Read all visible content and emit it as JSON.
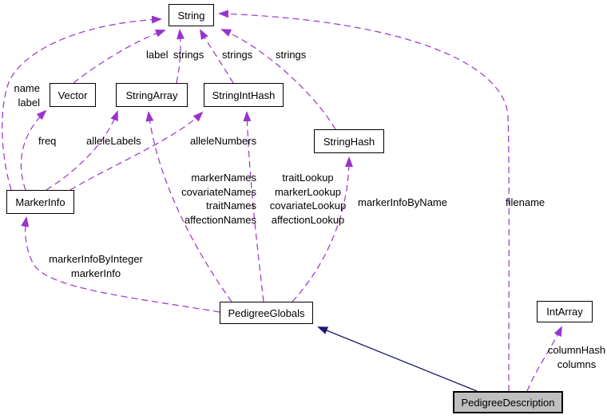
{
  "diagram": {
    "title": "PedigreeDescription collaboration graph",
    "type": "doxygen-collaboration-graph",
    "colors": {
      "usage_edge": "#9a32cd",
      "inheritance_edge": "#191970",
      "node_border": "#000000",
      "node_fill": "#ffffff",
      "current_node_fill": "#bfbfbf",
      "background": "#ffffff"
    },
    "nodes": {
      "string": {
        "label": "String"
      },
      "vector": {
        "label": "Vector"
      },
      "string_array": {
        "label": "StringArray"
      },
      "string_int_hash": {
        "label": "StringIntHash"
      },
      "string_hash": {
        "label": "StringHash"
      },
      "marker_info": {
        "label": "MarkerInfo"
      },
      "pedigree_globals": {
        "label": "PedigreeGlobals"
      },
      "int_array": {
        "label": "IntArray"
      },
      "pedigree_description": {
        "label": "PedigreeDescription"
      }
    },
    "edge_labels": {
      "vector_string": "label",
      "stringarray_string": "strings",
      "stringinthash_string": "strings",
      "stringhash_string": "strings",
      "markerinfo_string": [
        "name",
        "label"
      ],
      "markerinfo_vector": "freq",
      "markerinfo_stringarray": "alleleLabels",
      "markerinfo_stringinthash": "alleleNumbers",
      "pedigreeglobals_stringarray": [
        "markerNames",
        "covariateNames",
        "traitNames",
        "affectionNames"
      ],
      "pedigreeglobals_stringinthash": [
        "traitLookup",
        "markerLookup",
        "covariateLookup",
        "affectionLookup"
      ],
      "pedigreeglobals_stringhash": "markerInfoByName",
      "pedigreeglobals_markerinfo": [
        "markerInfoByInteger",
        "markerInfo"
      ],
      "pedigreedescription_string": "filename",
      "pedigreedescription_intarray": [
        "columnHash",
        "columns"
      ]
    },
    "edges": [
      {
        "from": "Vector",
        "to": "String",
        "label": "label",
        "style": "usage-dashed"
      },
      {
        "from": "StringArray",
        "to": "String",
        "label": "strings",
        "style": "usage-dashed"
      },
      {
        "from": "StringIntHash",
        "to": "String",
        "label": "strings",
        "style": "usage-dashed"
      },
      {
        "from": "StringHash",
        "to": "String",
        "label": "strings",
        "style": "usage-dashed"
      },
      {
        "from": "MarkerInfo",
        "to": "String",
        "label": "name label",
        "style": "usage-dashed"
      },
      {
        "from": "MarkerInfo",
        "to": "Vector",
        "label": "freq",
        "style": "usage-dashed"
      },
      {
        "from": "MarkerInfo",
        "to": "StringArray",
        "label": "alleleLabels",
        "style": "usage-dashed"
      },
      {
        "from": "MarkerInfo",
        "to": "StringIntHash",
        "label": "alleleNumbers",
        "style": "usage-dashed"
      },
      {
        "from": "PedigreeGlobals",
        "to": "StringArray",
        "label": "markerNames covariateNames traitNames affectionNames",
        "style": "usage-dashed"
      },
      {
        "from": "PedigreeGlobals",
        "to": "StringIntHash",
        "label": "traitLookup markerLookup covariateLookup affectionLookup",
        "style": "usage-dashed"
      },
      {
        "from": "PedigreeGlobals",
        "to": "StringHash",
        "label": "markerInfoByName",
        "style": "usage-dashed"
      },
      {
        "from": "PedigreeGlobals",
        "to": "MarkerInfo",
        "label": "markerInfoByInteger markerInfo",
        "style": "usage-dashed"
      },
      {
        "from": "PedigreeDescription",
        "to": "String",
        "label": "filename",
        "style": "usage-dashed"
      },
      {
        "from": "PedigreeDescription",
        "to": "IntArray",
        "label": "columnHash columns",
        "style": "usage-dashed"
      },
      {
        "from": "PedigreeDescription",
        "to": "PedigreeGlobals",
        "label": "",
        "style": "inheritance-solid"
      }
    ]
  }
}
